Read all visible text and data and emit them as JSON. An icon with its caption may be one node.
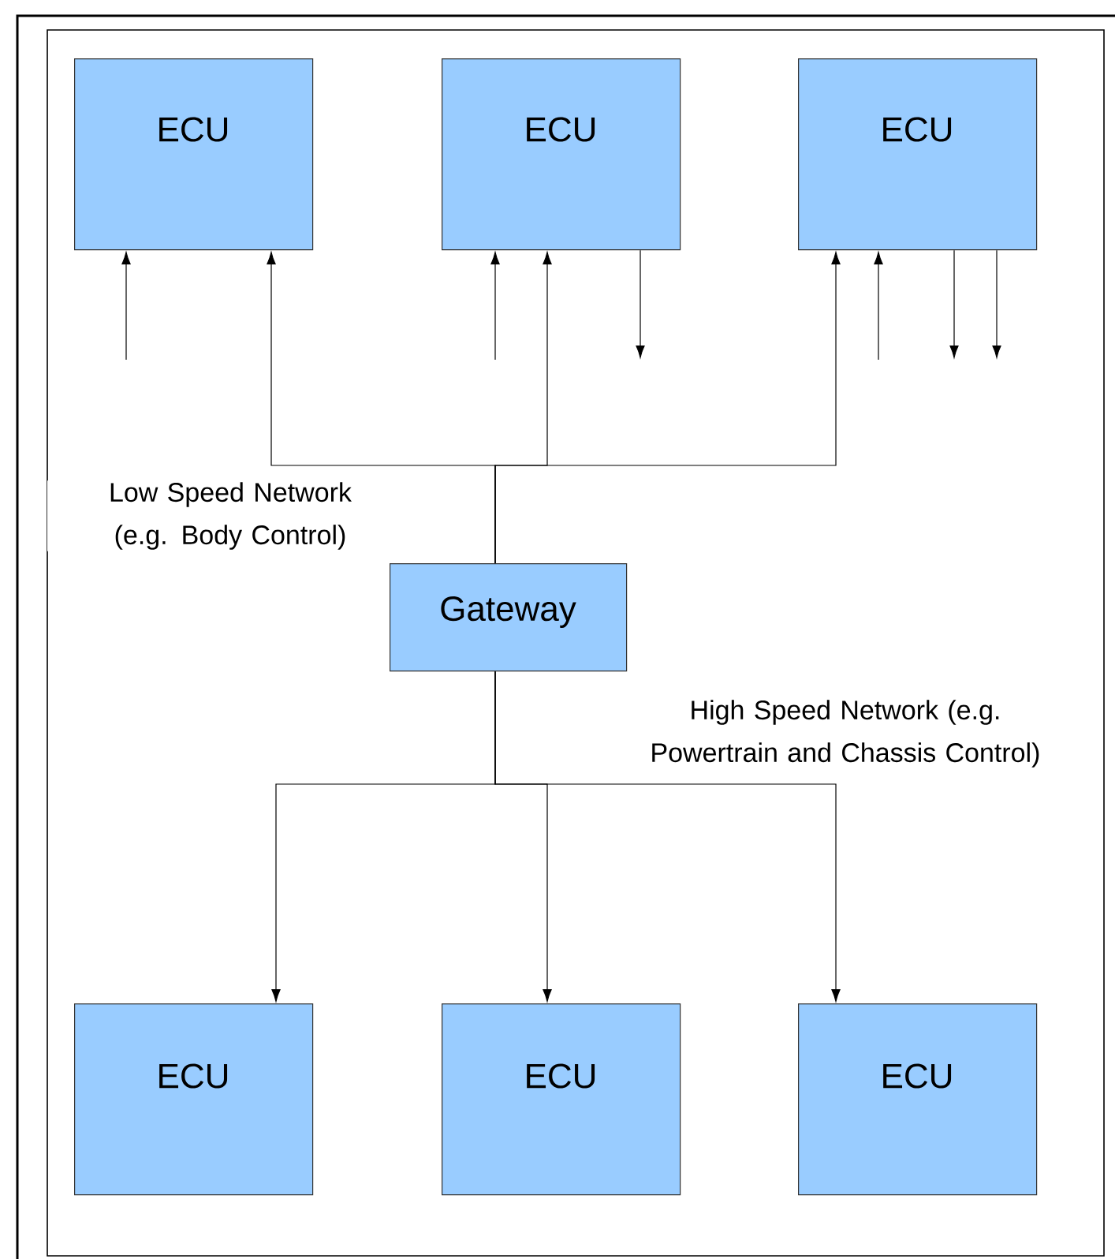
{
  "diagram": {
    "nodes": [
      {
        "text": [
          "ECU"
        ]
      },
      {
        "text": [
          "ECU"
        ]
      },
      {
        "text": [
          "ECU"
        ]
      },
      {
        "text": [
          "Gateway"
        ]
      },
      {
        "text": [
          "ECU"
        ]
      },
      {
        "text": [
          "ECU"
        ]
      },
      {
        "text": [
          "ECU"
        ]
      }
    ],
    "edges": [
      {
        "from": 3,
        "to": 0,
        "arrow": "to"
      },
      {
        "from": 3,
        "to": 1,
        "arrow": "to"
      },
      {
        "from": 3,
        "to": 2,
        "arrow": "to"
      },
      {
        "from": 3,
        "to": 4,
        "arrow": "to"
      },
      {
        "from": 3,
        "to": 5,
        "arrow": "to"
      },
      {
        "from": 3,
        "to": 6,
        "arrow": "to"
      },
      {
        "from": null,
        "to": 0,
        "arrow": "to"
      },
      {
        "from": null,
        "to": 1,
        "arrow": "to"
      },
      {
        "from": 1,
        "to": null,
        "arrow": "to"
      },
      {
        "from": null,
        "to": 2,
        "arrow": "to"
      },
      {
        "from": 2,
        "to": null,
        "arrow": "to"
      },
      {
        "from": 2,
        "to": null,
        "arrow": "to"
      }
    ],
    "labels": [
      "Low Speed Network (e.g. Body Control)",
      "High Speed Network (e.g. Powertrain and Chassis Control)"
    ]
  }
}
